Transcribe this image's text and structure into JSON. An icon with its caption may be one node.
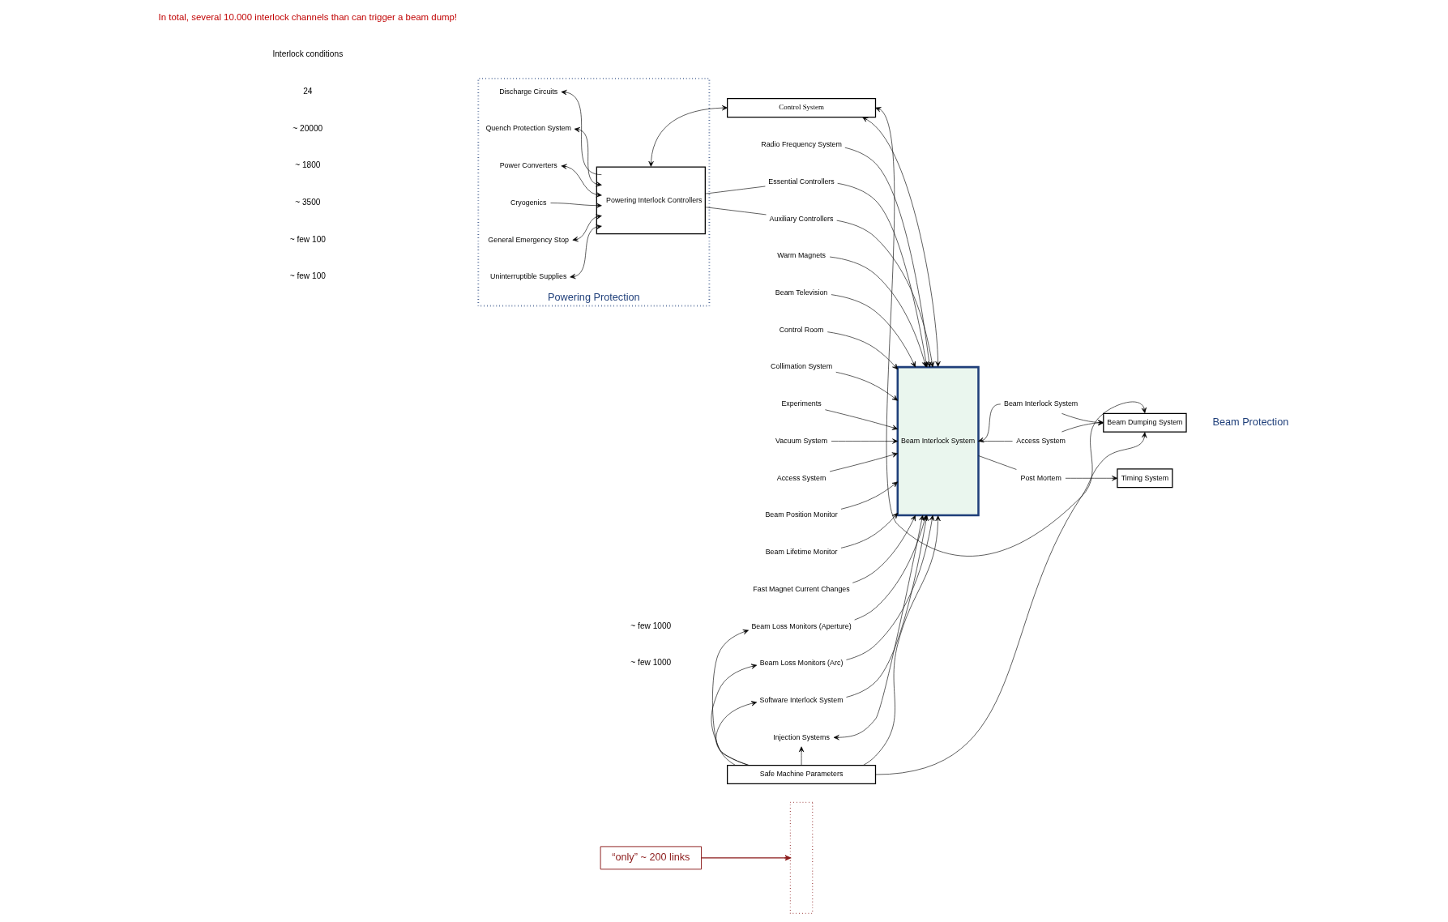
{
  "diagram": {
    "nodes": [
      {
        "text": [
          "Control System"
        ]
      },
      {
        "text": [
          "Powering Protection"
        ]
      },
      {
        "text": [
          "Discharge Circuits"
        ],
        "in": 1
      },
      {
        "text": [
          "Quench Protection System"
        ],
        "in": 1
      },
      {
        "text": [
          "Power Converters"
        ],
        "in": 1
      },
      {
        "text": [
          "Cryogenics"
        ],
        "in": 1
      },
      {
        "text": [
          "General Emergency Stop"
        ],
        "in": 1
      },
      {
        "text": [
          "Uninterruptible Supplies"
        ],
        "in": 1
      },
      {
        "text": [
          "Powering Interlock Controllers"
        ],
        "in": 1
      },
      {
        "text": [],
        "shape": "box"
      },
      {
        "text": [
          "Radio Frequency System"
        ]
      },
      {
        "text": [
          "Essential Controllers"
        ]
      },
      {
        "text": [
          "Auxiliary Controllers"
        ]
      },
      {
        "text": [
          "Warm Magnets"
        ]
      },
      {
        "text": [
          "Beam Television"
        ]
      },
      {
        "text": [
          "Control Room"
        ]
      },
      {
        "text": [
          "Collimation System"
        ]
      },
      {
        "text": [
          "Experiments"
        ]
      },
      {
        "text": [
          "Vacuum System"
        ]
      },
      {
        "text": [
          "Access System"
        ]
      },
      {
        "text": [
          "Beam Position Monitor"
        ]
      },
      {
        "text": [
          "Beam Lifetime Monitor"
        ]
      },
      {
        "text": [
          "Fast Magnet Current Changes"
        ]
      },
      {
        "text": [
          "Beam Loss Monitors (Aperture)"
        ]
      },
      {
        "text": [
          "Beam Loss Monitors (Arc)"
        ]
      },
      {
        "text": [
          "Software Interlock System"
        ]
      },
      {
        "text": [
          "Injection Systems"
        ]
      },
      {
        "text": [
          "Beam Interlock System"
        ]
      },
      {
        "text": [
          "Beam Interlock System"
        ]
      },
      {
        "text": [
          "Access System"
        ]
      },
      {
        "text": [
          "Beam Dumping System"
        ]
      },
      {
        "text": [
          "Post Mortem"
        ]
      },
      {
        "text": [
          "Timing System"
        ]
      },
      {
        "text": [
          "“only” ~ 200 links"
        ]
      },
      {
        "text": [
          "Safe Machine Parameters"
        ]
      }
    ],
    "edges": [
      {
        "from": 0,
        "to": 8,
        "arrow": "both"
      },
      {
        "from": 8,
        "to": 2,
        "arrow": "to"
      },
      {
        "from": 8,
        "to": 3,
        "arrow": "both"
      },
      {
        "from": 8,
        "to": 4,
        "arrow": "both"
      },
      {
        "from": 5,
        "to": 8,
        "arrow": "to"
      },
      {
        "from": 8,
        "to": 6,
        "arrow": "both"
      },
      {
        "from": 8,
        "to": 7,
        "arrow": "both"
      },
      {
        "from": 8,
        "to": 11,
        "arrow": "none"
      },
      {
        "from": 8,
        "to": 12,
        "arrow": "none"
      },
      {
        "from": 0,
        "to": 27,
        "arrow": "both"
      },
      {
        "from": 0,
        "to": 30,
        "arrow": "both"
      },
      {
        "from": 10,
        "to": 27,
        "arrow": "to"
      },
      {
        "from": 11,
        "to": 27,
        "arrow": "to"
      },
      {
        "from": 12,
        "to": 27,
        "arrow": "to"
      },
      {
        "from": 13,
        "to": 27,
        "arrow": "to"
      },
      {
        "from": 14,
        "to": 27,
        "arrow": "to"
      },
      {
        "from": 15,
        "to": 27,
        "arrow": "to"
      },
      {
        "from": 16,
        "to": 27,
        "arrow": "to"
      },
      {
        "from": 17,
        "to": 27,
        "arrow": "to"
      },
      {
        "from": 18,
        "to": 27,
        "arrow": "to"
      },
      {
        "from": 19,
        "to": 27,
        "arrow": "to"
      },
      {
        "from": 20,
        "to": 27,
        "arrow": "to"
      },
      {
        "from": 21,
        "to": 27,
        "arrow": "to"
      },
      {
        "from": 22,
        "to": 27,
        "arrow": "to"
      },
      {
        "from": 23,
        "to": 27,
        "arrow": "to"
      },
      {
        "from": 24,
        "to": 27,
        "arrow": "to"
      },
      {
        "from": 25,
        "to": 27,
        "arrow": "to"
      },
      {
        "from": 26,
        "to": 27,
        "arrow": "both"
      },
      {
        "from": 28,
        "to": 27,
        "arrow": "to"
      },
      {
        "from": 28,
        "to": 30,
        "arrow": "to"
      },
      {
        "from": 27,
        "to": 29,
        "arrow": "none"
      },
      {
        "from": 29,
        "to": 30,
        "arrow": "to"
      },
      {
        "from": 27,
        "to": 31,
        "arrow": "none"
      },
      {
        "from": 31,
        "to": 32,
        "arrow": "to"
      },
      {
        "from": 34,
        "to": 23,
        "arrow": "to"
      },
      {
        "from": 34,
        "to": 24,
        "arrow": "to"
      },
      {
        "from": 34,
        "to": 25,
        "arrow": "to"
      },
      {
        "from": 34,
        "to": 26,
        "arrow": "to"
      },
      {
        "from": 34,
        "to": 27,
        "arrow": "to"
      },
      {
        "from": 34,
        "to": 30,
        "arrow": "to"
      },
      {
        "from": 33,
        "to": 9,
        "arrow": "to",
        "color": "#8b1a1a"
      }
    ],
    "labels": [
      "Interlock conditions",
      "24",
      "~ 20000",
      "~ 1800",
      "~ 3500",
      "~ few 100",
      "~ few 100",
      "Beam Protection",
      "~ few 1000",
      "~ few 1000",
      "In total, several 10.000 interlock channels than can trigger a beam dump!"
    ]
  }
}
